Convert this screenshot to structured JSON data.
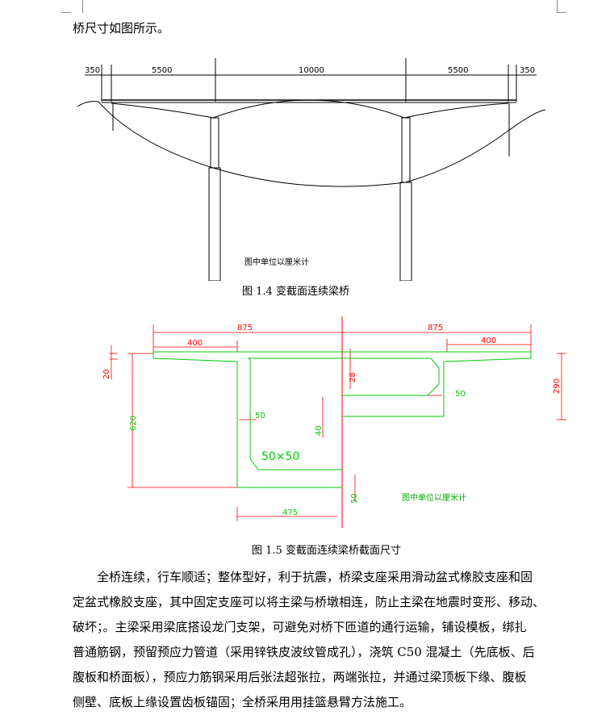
{
  "intro_text": "桥尺寸如图所示。",
  "figure_1_4": {
    "span_labels": [
      "350",
      "5500",
      "10000",
      "5500",
      "350"
    ],
    "unit_note": "图中单位以厘米计",
    "caption": "图 1.4  变截面连续梁桥"
  },
  "figure_1_5": {
    "labels": {
      "half_width_left": "875",
      "half_width_right": "875",
      "cant_left": "400",
      "cant_right": "400",
      "flange_thickness": "20",
      "top_slab": "28",
      "depth": "620",
      "web_depth": "290",
      "web_left": "50",
      "web_right": "50",
      "haunch": "50×50",
      "vertical_40": "40",
      "bottom_slab": "50",
      "bottom_half": "475"
    },
    "unit_note": "图中单位以厘米计",
    "caption": "图 1.5  变截面连续梁桥截面尺寸"
  },
  "paragraph": {
    "lines": [
      "全桥连续，行车顺适；整体型好，利于抗震，桥梁支座采用滑动盆式橡胶支座和固",
      "定盆式橡胶支座，其中固定支座可以将主梁与桥墩相连，防止主梁在地震时变形、移动、",
      "破坏；。主梁采用梁底搭设龙门支架，可避免对桥下匝道的通行运输，铺设模板，绑扎",
      "普通筋钢，预留预应力管道（采用锌铁皮波纹管成孔），浇筑 C50 混凝土（先底板、后",
      "腹板和桥面板），预应力筋钢采用后张法超张拉，两端张拉，并通过梁顶板下缘、腹板",
      "侧壁、底板上缘设置齿板锚固；全桥采用用挂篮悬臂方法施工。"
    ]
  },
  "colors": {
    "drawing": "#000000",
    "dimension": "#ff0000",
    "section": "#00cc00"
  }
}
